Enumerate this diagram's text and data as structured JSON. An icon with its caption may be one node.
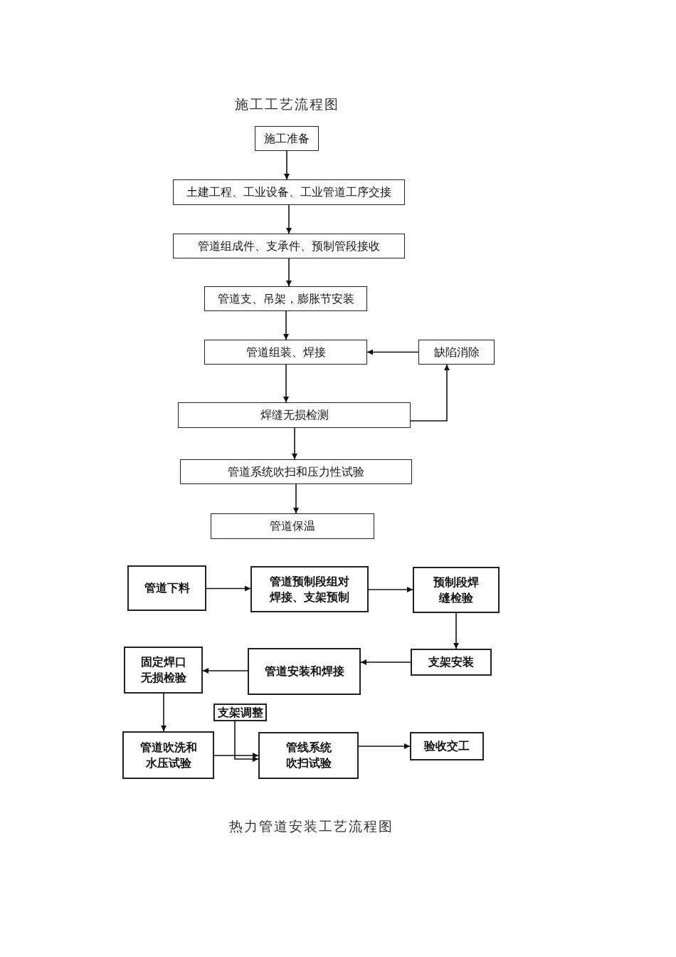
{
  "diagram": {
    "title": "施工工艺流程图",
    "caption": "热力管道安装工艺流程图",
    "nodes": [
      {
        "text": [
          "施工准备"
        ]
      },
      {
        "text": [
          "土建工程、工业设备、工业管道工序交接"
        ]
      },
      {
        "text": [
          "管道组成件、支承件、预制管段接收"
        ]
      },
      {
        "text": [
          "管道支、吊架，膨胀节安装"
        ]
      },
      {
        "text": [
          "管道组装、焊接"
        ]
      },
      {
        "text": [
          "缺陷消除"
        ]
      },
      {
        "text": [
          "焊缝无损检测"
        ]
      },
      {
        "text": [
          "管道系统吹扫和压力性试验"
        ]
      },
      {
        "text": [
          "管道保温"
        ]
      },
      {
        "text": [
          "管道下料"
        ]
      },
      {
        "text": [
          "管道预制段组对焊接、支架预制"
        ]
      },
      {
        "text": [
          "预制段焊缝检验"
        ]
      },
      {
        "text": [
          "支架安装"
        ]
      },
      {
        "text": [
          "管道安装和焊接"
        ]
      },
      {
        "text": [
          "固定焊口无损检验"
        ]
      },
      {
        "text": [
          "支架调整"
        ]
      },
      {
        "text": [
          "管道吹洗和水压试验"
        ]
      },
      {
        "text": [
          "管线系统吹扫试验"
        ]
      },
      {
        "text": [
          "验收交工"
        ]
      }
    ],
    "edges": [
      {
        "from": 0,
        "to": 1,
        "arrow": "to"
      },
      {
        "from": 1,
        "to": 2,
        "arrow": "to"
      },
      {
        "from": 2,
        "to": 3,
        "arrow": "to"
      },
      {
        "from": 3,
        "to": 4,
        "arrow": "to"
      },
      {
        "from": 4,
        "to": 6,
        "arrow": "to"
      },
      {
        "from": 6,
        "to": 5,
        "arrow": "to"
      },
      {
        "from": 5,
        "to": 4,
        "arrow": "to"
      },
      {
        "from": 6,
        "to": 7,
        "arrow": "to"
      },
      {
        "from": 7,
        "to": 8,
        "arrow": "to"
      },
      {
        "from": 9,
        "to": 10,
        "arrow": "to"
      },
      {
        "from": 10,
        "to": 11,
        "arrow": "to"
      },
      {
        "from": 11,
        "to": 12,
        "arrow": "to"
      },
      {
        "from": 12,
        "to": 13,
        "arrow": "to"
      },
      {
        "from": 13,
        "to": 14,
        "arrow": "to"
      },
      {
        "from": 14,
        "to": 16,
        "arrow": "to"
      },
      {
        "from": 16,
        "to": 17,
        "arrow": "to"
      },
      {
        "from": 15,
        "to": 17,
        "arrow": "to"
      },
      {
        "from": 17,
        "to": 18,
        "arrow": "to"
      }
    ]
  }
}
